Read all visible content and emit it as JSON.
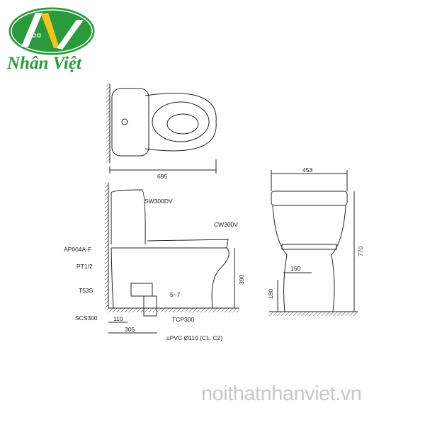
{
  "logo": {
    "brand_name": "Nhân Việt",
    "colors": {
      "green": "#2a9a3c",
      "yellow": "#f4c21c"
    }
  },
  "drawing": {
    "top_view": {
      "dim_length": "695"
    },
    "side_view": {
      "labels": {
        "tank": "SW300DV",
        "bowl": "CW300V",
        "valve": "AP004A-F",
        "pipe_thread": "PT1/2",
        "hose": "T53S",
        "bolt": "SCS300",
        "flange": "TCP300",
        "drain": "uPVC Ø110 (C1, C2)",
        "gap": "5~7"
      },
      "dims": {
        "wall_offset": "110",
        "rough_in": "305",
        "seat_height": "390"
      }
    },
    "front_view": {
      "dims": {
        "width": "453",
        "height": "770",
        "supply_height": "180",
        "supply_offset": "150"
      }
    }
  },
  "watermark": "noithatnhanviet.vn"
}
